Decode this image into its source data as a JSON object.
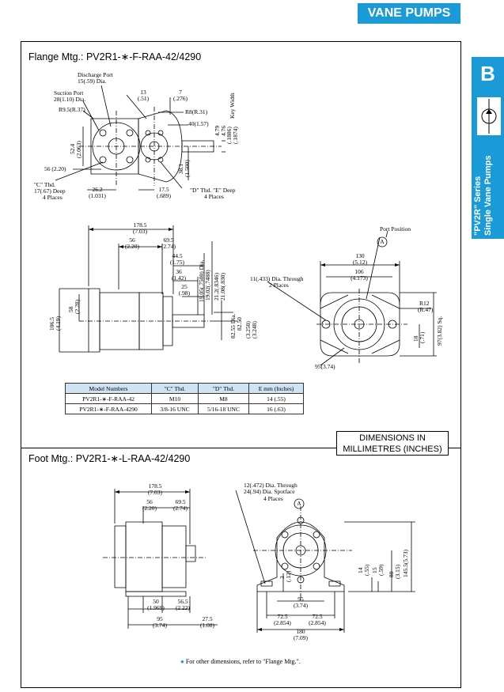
{
  "header": {
    "title": "VANE PUMPS"
  },
  "tab": {
    "letter": "B",
    "line1": "\"PV2R\" Series",
    "line2": "Single Vane Pumps",
    "color": "#1a9ad6"
  },
  "flange": {
    "title": "Flange Mtg.: PV2R1-∗-F-RAA-42/4290",
    "labels": {
      "discharge": "Discharge Port",
      "discharge_dia": "15(.59) Dia.",
      "suction": "Suction Port",
      "suction_dia": "28(1.10) Dia.",
      "r95": "R9.5(R.37)",
      "d13": "13",
      "d13i": "(.51)",
      "d7": "7",
      "d7i": "(.276)",
      "r8": "R8(R.31)",
      "d40": "40(1.57)",
      "keywidth": "Key Width",
      "k479": "4.79",
      "k476": "4.76",
      "k189": "(.1886)",
      "k187": "(.1874)",
      "d524": "52.4",
      "d524i": "(2.063)",
      "d381": "38.1",
      "d381i": "(1.500)",
      "d56": "56 (2.20)",
      "cthd": "\"C\" Thd.",
      "cdeep": "17(.67) Deep",
      "c4": "4 Places",
      "d262": "26.2",
      "d262i": "(1.031)",
      "d175": "17.5",
      "d175i": "(.689)",
      "dthd": "\"D\" Thd. \"E\" Deep",
      "d4": "4 Places",
      "d1785": "178.5",
      "d1785i": "(7.03)",
      "d56b": "56",
      "d56bi": "(2.20)",
      "d695": "69.5",
      "d695i": "(2.74)",
      "d445": "44.5",
      "d445i": "(1.75)",
      "d36": "36",
      "d36i": "(1.42)",
      "d25": "25",
      "d25i": "(.98)",
      "dia19": "19.05(.7500) Dia.",
      "dia19b": "19.02(.7488)",
      "dia212": "21.2(.8346)",
      "dia212b": "21.08(.830)",
      "d1065": "106.5",
      "d1065i": "(4.19)",
      "d58": "58",
      "d58i": "(2.28)",
      "dia825": "82.55 Dia.",
      "dia825b": "82.50",
      "dia3250": "(3.250)",
      "dia3248": "(3.248)",
      "portpos": "Port Position",
      "a_mark": "A",
      "d130": "130",
      "d130i": "(5.12)",
      "d106": "106",
      "d106i": "(4.173)",
      "thru": "11(.433) Dia. Through",
      "thru2": "2 Places",
      "r12": "R12",
      "r12i": "(R.47)",
      "d18": "18",
      "d18i": "(.71)",
      "sq": "97(3.82) Sq.",
      "d95": "95(3.74)"
    },
    "table": {
      "headers": [
        "Model Numbers",
        "\"C\" Thd.",
        "\"D\" Thd.",
        "E  mm (Inches)"
      ],
      "rows": [
        [
          "PV2R1-∗-F-RAA-42",
          "M10",
          "M8",
          "14 (.55)"
        ],
        [
          "PV2R1-∗-F-RAA-4290",
          "3/8-16 UNC",
          "5/16-18 UNC",
          "16 (.63)"
        ]
      ]
    }
  },
  "dim_box": {
    "line1": "DIMENSIONS IN",
    "line2": "MILLIMETRES (INCHES)"
  },
  "foot": {
    "title": "Foot Mtg.: PV2R1-∗-L-RAA-42/4290",
    "labels": {
      "d1785": "178.5",
      "d1785i": "(7.03)",
      "d56": "56",
      "d56i": "(2.20)",
      "d695": "69.5",
      "d695i": "(2.74)",
      "d50": "50",
      "d50i": "(1.969)",
      "d565": "56.5",
      "d565i": "(2.22)",
      "d95": "95",
      "d95i": "(3.74)",
      "d275": "27.5",
      "d275i": "(1.08)",
      "thru": "12(.472) Dia. Through",
      "spot": "24(.94) Dia. Spotface",
      "p4": "4 Places",
      "a_mark": "A",
      "d3": "3",
      "d12": "(.12)",
      "d14": "14",
      "d14i": "(.55)",
      "d15": "15",
      "d15i": "(.59)",
      "d80": "80",
      "d80i": "(3.15)",
      "d1455": "145.5(5.73)",
      "d95b": "95",
      "d95bi": "(3.74)",
      "d725a": "72.5",
      "d725ai": "(2.854)",
      "d725b": "72.5",
      "d725bi": "(2.854)",
      "d180": "180",
      "d180i": "(7.09)"
    }
  },
  "note": {
    "bullet": "●",
    "text": "For other dimensions, refer to \"Flange Mtg.\"."
  }
}
